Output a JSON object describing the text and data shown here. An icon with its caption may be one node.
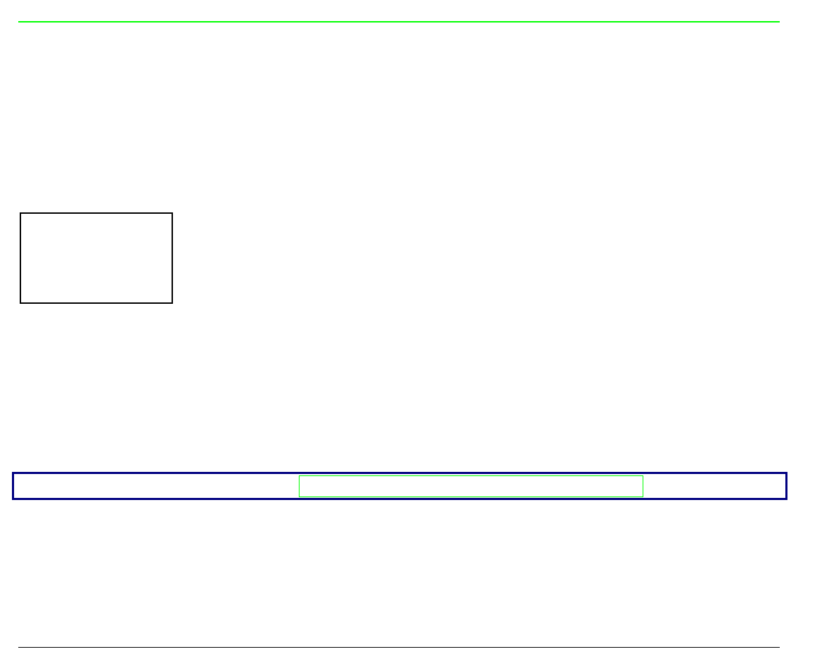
{
  "diagram": {
    "nodes": [
      {
        "text": [],
        "shape": "box"
      },
      {
        "text": [],
        "shape": "bar"
      },
      {
        "text": [],
        "shape": "box",
        "in": 1
      }
    ]
  }
}
